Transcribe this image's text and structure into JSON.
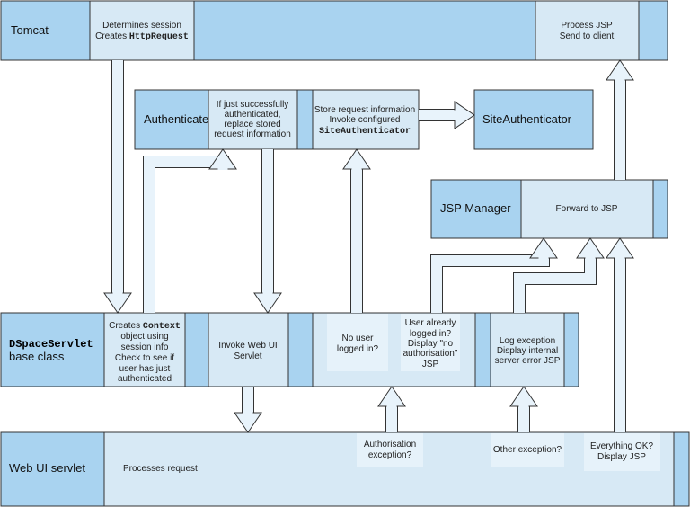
{
  "tomcat": {
    "label": "Tomcat",
    "step1_line1": "Determines session",
    "step1_line2_prefix": "Creates ",
    "step1_line2_code": "HttpRequest",
    "step2_line1": "Process JSP",
    "step2_line2": "Send to client"
  },
  "authenticate": {
    "label": "Authenticate",
    "step1": [
      "If just successfully",
      "authenticated,",
      "replace stored",
      "request information"
    ],
    "step2_line1": "Store request information",
    "step2_line2": "Invoke configured",
    "step2_code": "SiteAuthenticator"
  },
  "site_authenticator": {
    "label": "SiteAuthenticator"
  },
  "jsp_manager": {
    "label": "JSP Manager",
    "step": "Forward to JSP"
  },
  "dspace_servlet": {
    "label_code": "DSpaceServlet",
    "label_line2": "base class",
    "step1_prefix": "Creates ",
    "step1_code": "Context",
    "step1": [
      "object using",
      "session info",
      "Check to see if",
      "user has just",
      "authenticated"
    ],
    "step2": [
      "Invoke Web UI",
      "Servlet"
    ],
    "no_user": [
      "No user",
      "logged in?"
    ],
    "already": [
      "User already",
      "logged in?",
      "Display \"no",
      "authorisation\"",
      "JSP"
    ],
    "log_exception": [
      "Log exception",
      "Display internal",
      "server error JSP"
    ]
  },
  "web_ui": {
    "label": "Web UI servlet",
    "step": "Processes request",
    "auth_exception": [
      "Authorisation",
      "exception?"
    ],
    "other_exception": "Other exception?",
    "ok": [
      "Everything OK?",
      "Display JSP"
    ]
  },
  "colors": {
    "primary": "#a9d3f0",
    "secondary": "#d7e9f5",
    "arrow": "#e8f3fb"
  }
}
